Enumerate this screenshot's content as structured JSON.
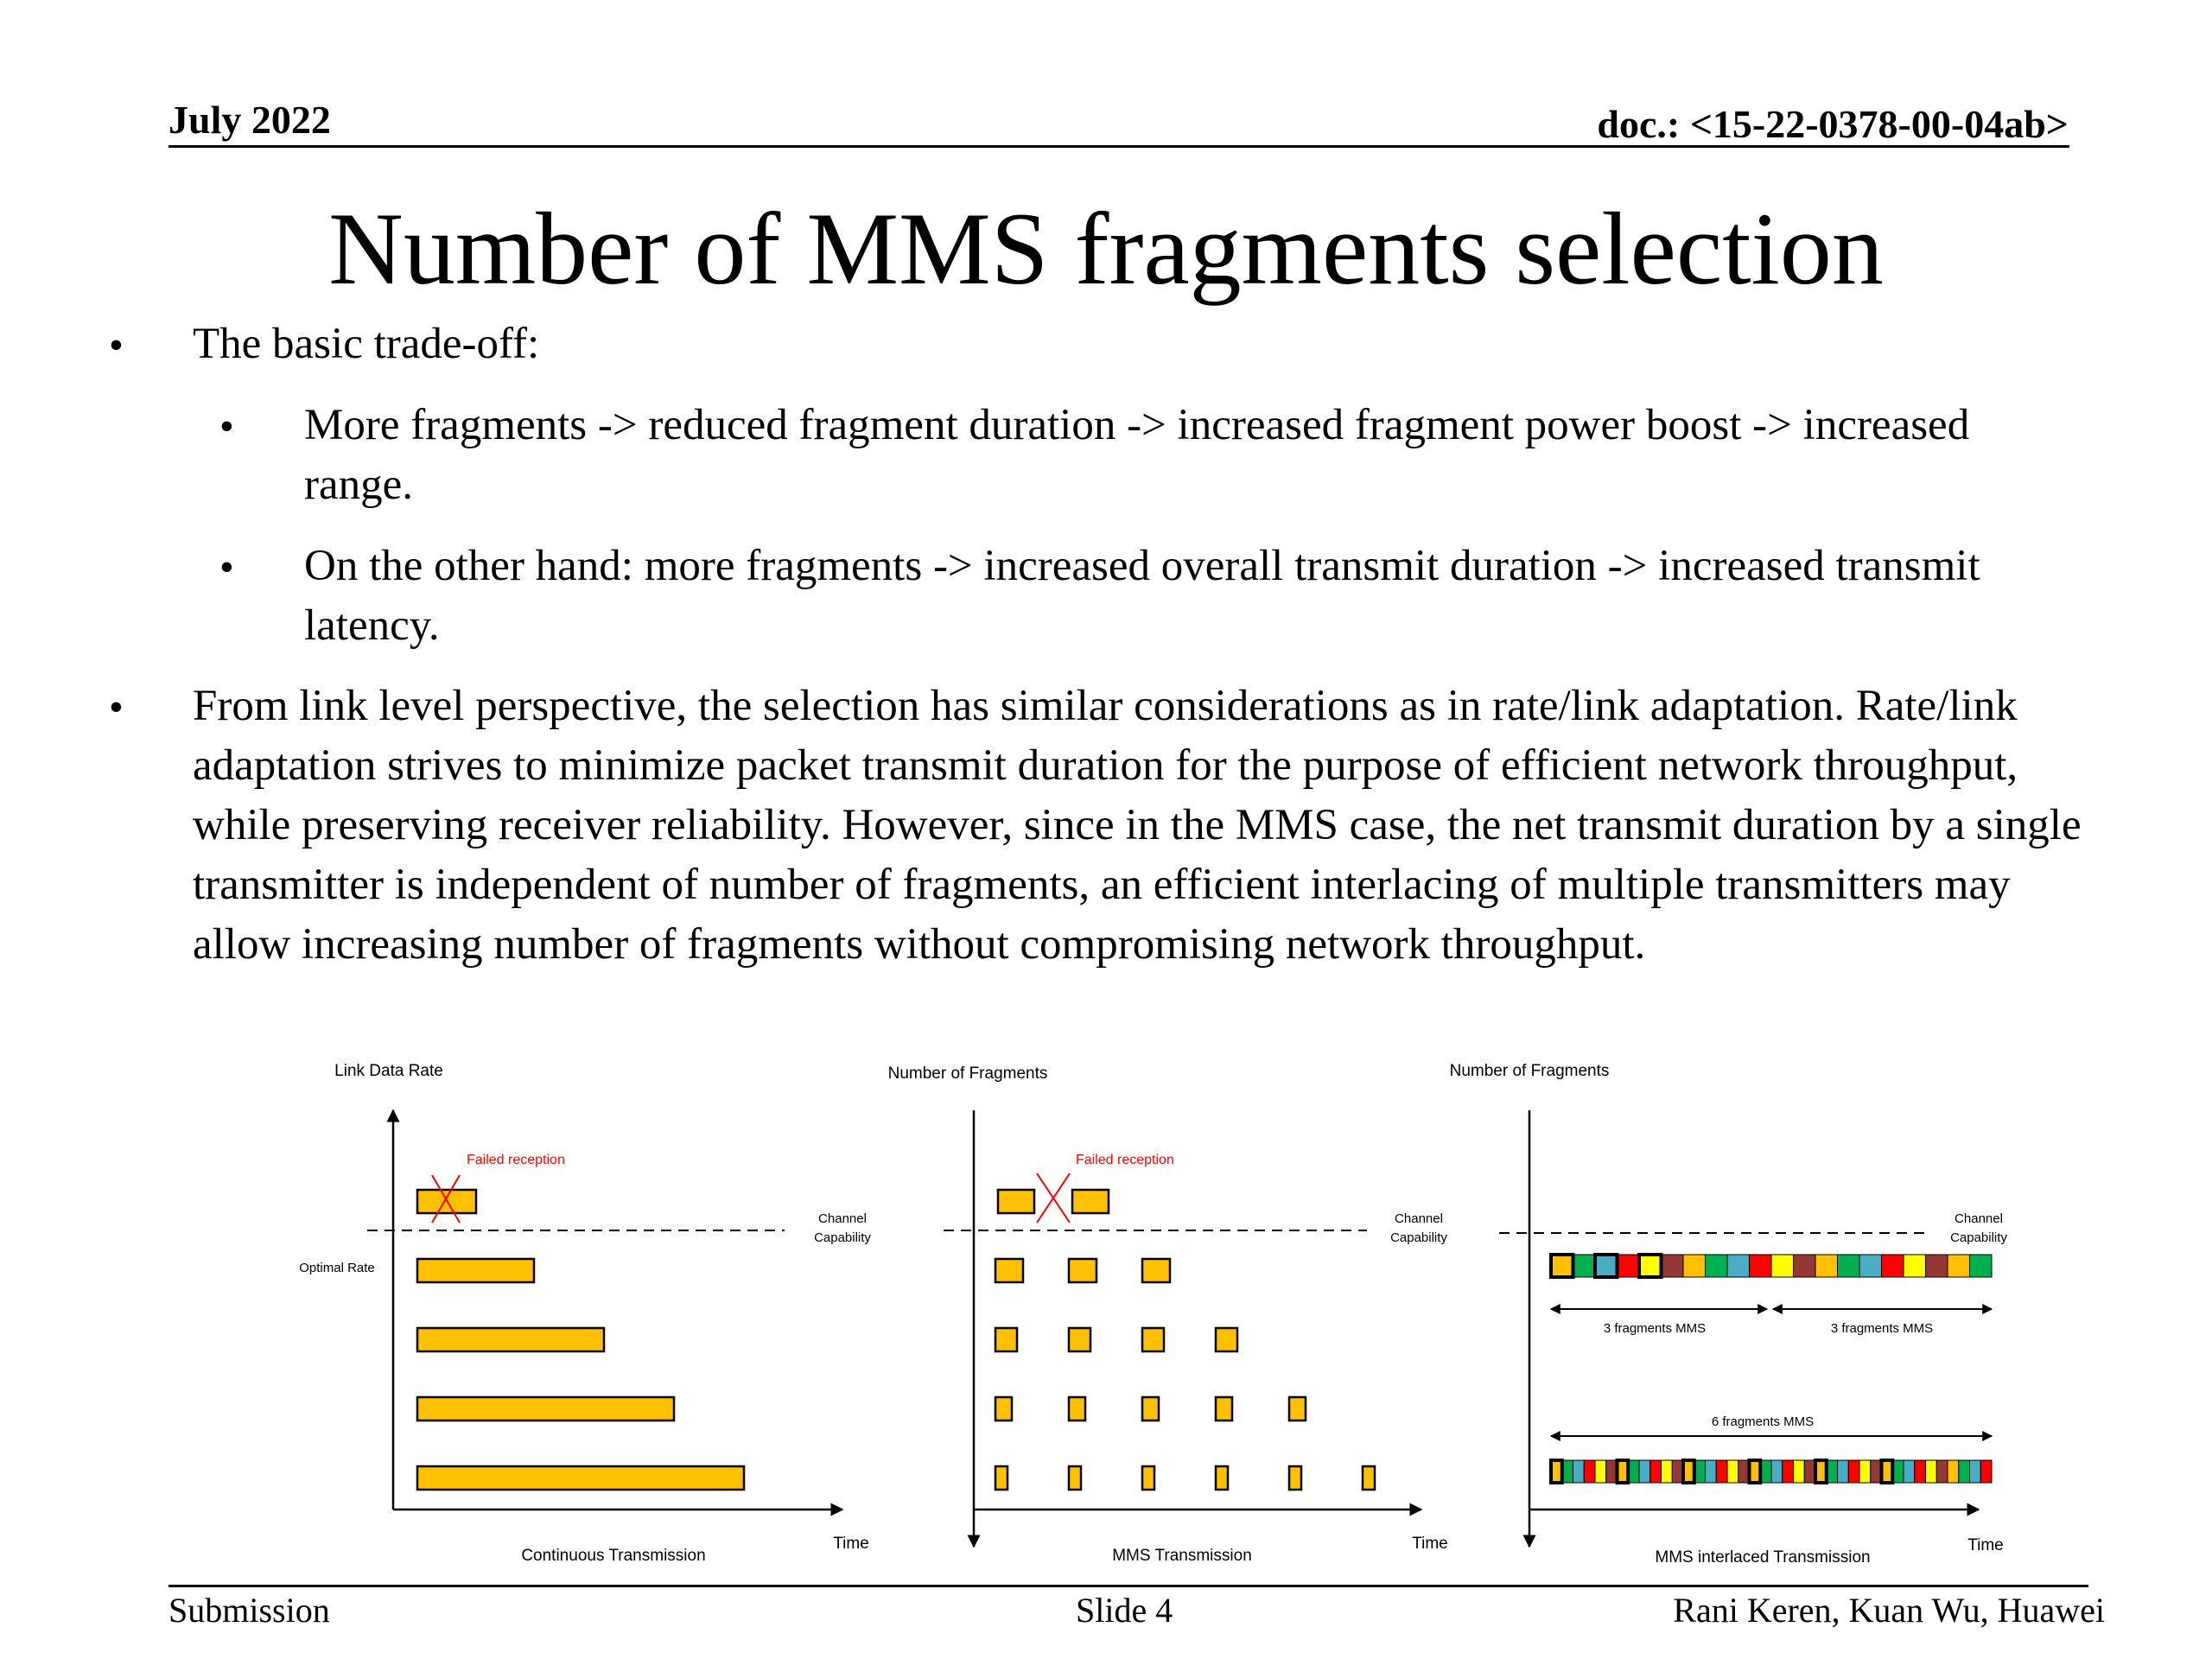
{
  "header": {
    "date": "July 2022",
    "doc": "doc.: <15-22-0378-00-04ab>"
  },
  "title": "Number of MMS fragments selection",
  "bullets": [
    {
      "text": "The basic trade-off:",
      "sub": [
        "More fragments -> reduced fragment duration -> increased fragment power boost -> increased range.",
        "On the other hand: more fragments -> increased overall transmit duration -> increased transmit latency."
      ]
    },
    {
      "text": "From link level perspective, the selection has similar considerations as in rate/link adaptation. Rate/link adaptation strives to minimize packet transmit duration for the purpose of efficient network throughput, while preserving receiver reliability. However, since in the MMS case, the net transmit duration by a single transmitter is independent of number of fragments, an efficient interlacing of multiple transmitters may allow increasing number of fragments without compromising network throughput."
    }
  ],
  "bullet_glyph": "•",
  "diagram": {
    "panel1": {
      "y_label": "Link Data Rate",
      "failed": "Failed reception",
      "channel": [
        "Channel",
        "Capability"
      ],
      "optimal": "Optimal Rate",
      "x_label": "Time",
      "caption": "Continuous Transmission"
    },
    "panel2": {
      "y_label": "Number of Fragments",
      "failed": "Failed reception",
      "channel": [
        "Channel",
        "Capability"
      ],
      "x_label": "Time",
      "caption": "MMS Transmission"
    },
    "panel3": {
      "y_label": "Number of Fragments",
      "channel": [
        "Channel",
        "Capability"
      ],
      "span_a": "3 fragments MMS",
      "span_b": "3 fragments MMS",
      "span_c": "6 fragments MMS",
      "x_label": "Time",
      "caption": "MMS interlaced Transmission"
    },
    "colors": {
      "fragment": "#FFC000",
      "failed": "#FF0000",
      "cycle6": [
        "#FFC000",
        "#00B050",
        "#4BACC6",
        "#FF0000",
        "#FFFF00",
        "#953735"
      ]
    }
  },
  "footer": {
    "left": "Submission",
    "center": "Slide 4",
    "right": "Rani Keren, Kuan Wu, Huawei"
  }
}
